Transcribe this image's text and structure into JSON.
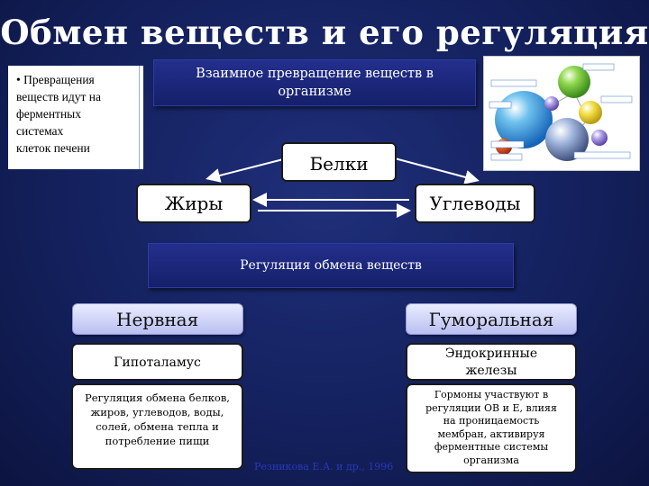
{
  "title": "Обмен веществ и его регуляция",
  "note": {
    "lines": [
      "• Превращения",
      "веществ идут на",
      "ферментных",
      "системах",
      "клеток печени"
    ]
  },
  "header_interconversion": {
    "lines": [
      "Взаимное превращение веществ в",
      "организме"
    ]
  },
  "nodes": {
    "belki": "Белки",
    "zhiry": "Жиры",
    "uglevody": "Углеводы"
  },
  "header_regulation": "Регуляция обмена веществ",
  "nervous": {
    "label": "Нервная",
    "sub": "Гипоталамус",
    "desc_lines": [
      "Регуляция обмена белков,",
      "жиров, углеводов, воды,",
      "солей, обмена тепла и",
      "потребление пищи"
    ]
  },
  "humoral": {
    "label": "Гуморальная",
    "sub_lines": [
      "Эндокринные",
      "железы"
    ],
    "desc_lines": [
      "Гормоны участвуют в",
      "регуляции ОВ и Е, влияя",
      "на проницаемость",
      "мембран, активируя",
      "ферментные системы",
      "организма"
    ]
  },
  "citation": "Резникова Е.А. и др., 1996",
  "colors": {
    "background": "#14215e",
    "header_box": "#1b2677",
    "node_border": "#1a1a1a",
    "pill_gradient_top": "#e9ecff",
    "pill_gradient_bottom": "#b9bff0",
    "citation": "#2a38b8"
  },
  "image_panel": {
    "icon": "molecules-illustration"
  }
}
